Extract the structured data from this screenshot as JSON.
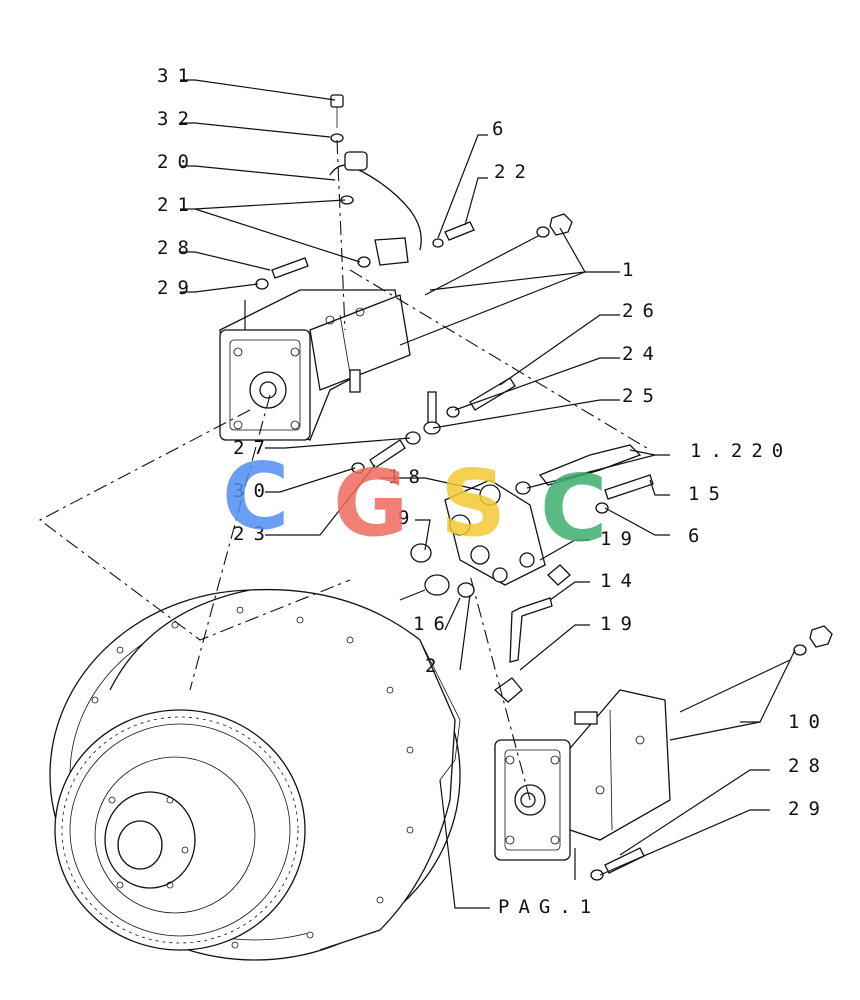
{
  "diagram": {
    "callouts": [
      "31",
      "32",
      "20",
      "21",
      "28",
      "29",
      "6",
      "22",
      "1",
      "26",
      "24",
      "25",
      "27",
      "1.220",
      "30",
      "15",
      "18",
      "9",
      "23",
      "6",
      "19",
      "14",
      "16",
      "2",
      "19",
      "10",
      "28",
      "29",
      "PAG.1"
    ]
  },
  "watermark": {
    "letters": [
      "C",
      "G",
      "S",
      "C"
    ],
    "colors": [
      "#4f8ef0",
      "#ef6a5e",
      "#f5c832",
      "#3fae6e"
    ]
  }
}
